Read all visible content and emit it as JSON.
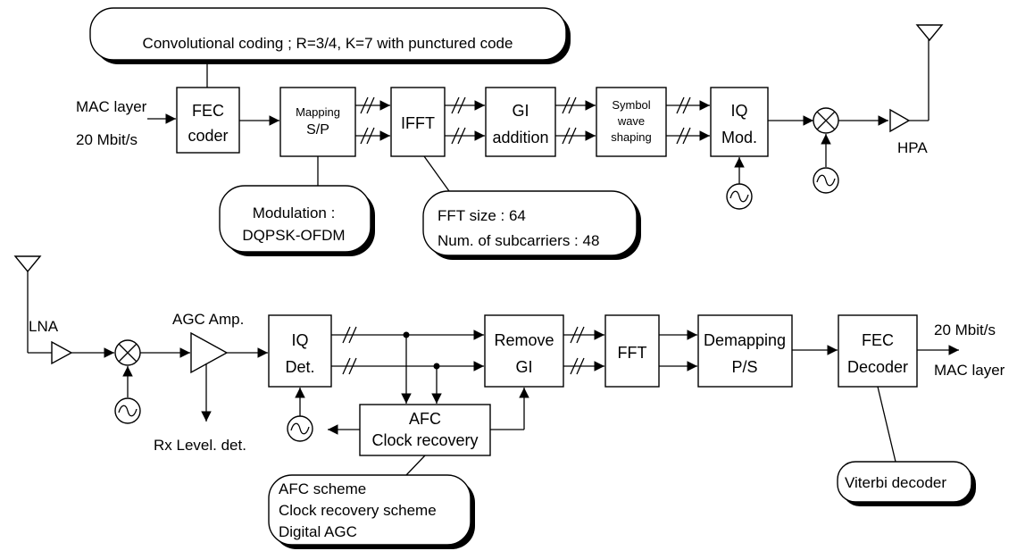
{
  "tx": {
    "callout_coding": "Convolutional coding ;  R=3/4, K=7 with punctured code",
    "input_line1": "MAC layer",
    "input_line2": "20 Mbit/s",
    "fec_coder": [
      "FEC",
      "coder"
    ],
    "mapping": [
      "Mapping",
      "S/P"
    ],
    "ifft": "IFFT",
    "gi_addition": [
      "GI",
      "addition"
    ],
    "symbol_shaping": [
      "Symbol",
      "wave",
      "shaping"
    ],
    "iq_mod": [
      "IQ",
      "Mod."
    ],
    "hpa": "HPA",
    "callout_modulation": [
      "Modulation :",
      "DQPSK-OFDM"
    ],
    "callout_fft": [
      "FFT size : 64",
      "Num. of subcarriers : 48"
    ]
  },
  "rx": {
    "lna": "LNA",
    "agc_amp": "AGC Amp.",
    "rx_level": "Rx Level. det.",
    "iq_det": [
      "IQ",
      "Det."
    ],
    "afc_block": [
      "AFC",
      "Clock recovery"
    ],
    "remove_gi": [
      "Remove",
      "GI"
    ],
    "fft": "FFT",
    "demapping": [
      "Demapping",
      "P/S"
    ],
    "fec_decoder": [
      "FEC",
      "Decoder"
    ],
    "output_line1": "20 Mbit/s",
    "output_line2": "MAC layer",
    "callout_viterbi": "Viterbi decoder",
    "callout_afc": [
      "AFC scheme",
      "Clock recovery scheme",
      "Digital AGC"
    ]
  },
  "colors": {
    "stroke": "#000000",
    "background": "#ffffff"
  },
  "icons": [
    "antenna-icon",
    "mixer-icon",
    "oscillator-icon",
    "amplifier-icon"
  ]
}
